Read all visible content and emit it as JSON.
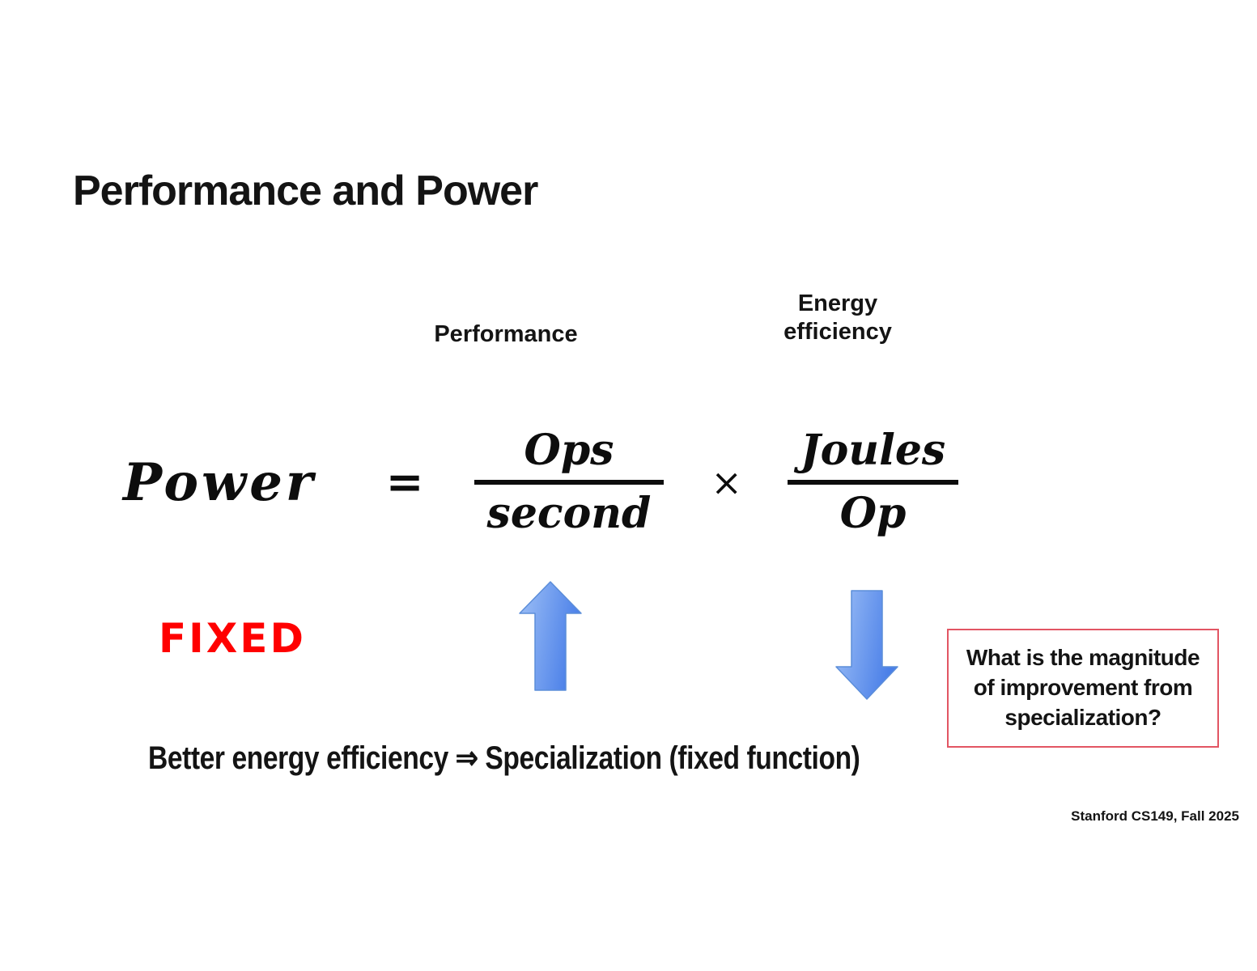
{
  "slide": {
    "title": "Performance and Power",
    "performance_label": "Performance",
    "energy_efficiency_label": "Energy\nefficiency",
    "equation": {
      "lhs": "Power",
      "equals_sign": "=",
      "numerator_1": "Ops",
      "denominator_1": "second",
      "multiply_sign": "×",
      "numerator_2": "Joules",
      "denominator_2": "Op"
    },
    "fixed_label": "FIXED",
    "question_box_text": "What is the magnitude of improvement from specialization?",
    "conclusion_text": "Better energy efficiency ⇒ Specialization (fixed function)",
    "footer": "Stanford CS149, Fall 2025",
    "icons": {
      "up_arrow": "up-arrow-icon",
      "down_arrow": "down-arrow-icon"
    },
    "colors": {
      "fixed_red": "#ff0000",
      "box_border_red": "#e25563",
      "arrow_blue_light": "#9ec0f6",
      "arrow_blue_dark": "#4a7fe8",
      "arrow_stroke_blue": "#5b8dd9",
      "text_black": "#111111"
    }
  }
}
